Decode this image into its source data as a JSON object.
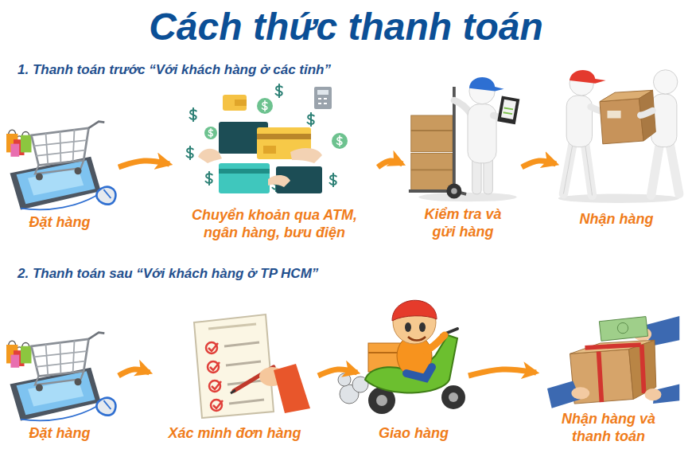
{
  "diagram": {
    "title": "Cách thức thanh toán",
    "nodes": [
      {
        "text": [
          "Đặt hàng"
        ]
      },
      {
        "text": [
          "Chuyển khoản qua ATM, ngân hàng, bưu điện"
        ]
      },
      {
        "text": [
          "Kiểm tra và gửi hàng"
        ]
      },
      {
        "text": [
          "Nhận hàng"
        ]
      },
      {
        "text": [
          "Đặt hàng"
        ]
      },
      {
        "text": [
          "Xác minh đơn hàng"
        ]
      },
      {
        "text": [
          "Giao hàng"
        ]
      },
      {
        "text": [
          "Nhận hàng và thanh toán"
        ]
      }
    ],
    "edges": [
      {
        "from": 0,
        "to": 1,
        "arrow": "to"
      },
      {
        "from": 1,
        "to": 2,
        "arrow": "to"
      },
      {
        "from": 2,
        "to": 3,
        "arrow": "to"
      },
      {
        "from": 4,
        "to": 5,
        "arrow": "to"
      },
      {
        "from": 5,
        "to": 6,
        "arrow": "to"
      },
      {
        "from": 6,
        "to": 7,
        "arrow": "to"
      }
    ],
    "labels": [
      "1. Thanh toán trước “Với khách hàng ở các tỉnh”",
      "2. Thanh toán sau “Với khách hàng ở TP HCM”"
    ]
  }
}
